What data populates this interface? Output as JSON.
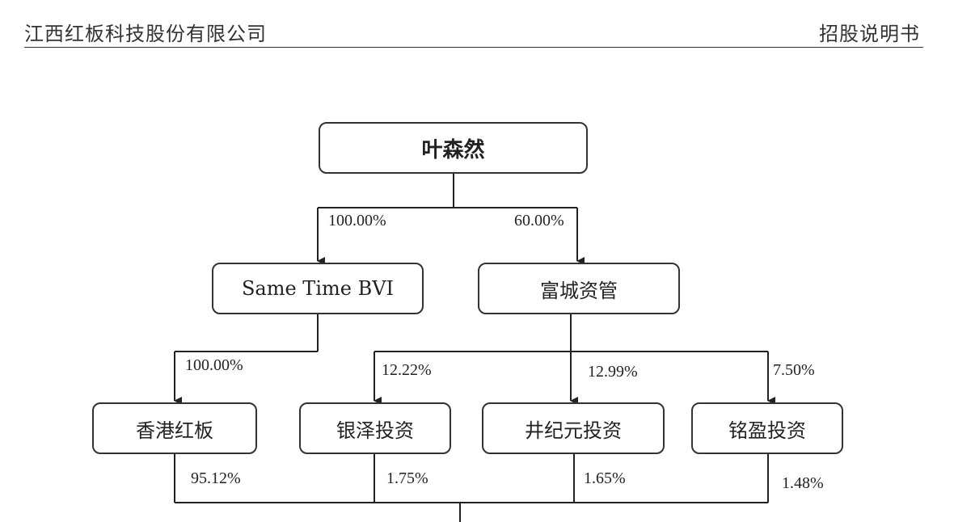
{
  "header": {
    "company": "江西红板科技股份有限公司",
    "doc_type": "招股说明书"
  },
  "nodes": {
    "ye_senran": "叶森然",
    "same_time_bvi": "Same Time BVI",
    "fucheng": "富城资管",
    "hk_hongban": "香港红板",
    "yinze": "银泽投资",
    "jingjiyuan": "井纪元投资",
    "mingying": "铭盈投资"
  },
  "edges": {
    "ye_to_sametime": "100.00%",
    "ye_to_fucheng": "60.00%",
    "sametime_to_hk": "100.00%",
    "fucheng_to_yinze": "12.22%",
    "fucheng_to_jingjiyuan": "12.99%",
    "fucheng_to_mingying": "7.50%",
    "hk_to_issuer": "95.12%",
    "yinze_to_issuer": "1.75%",
    "jingjiyuan_to_issuer": "1.65%",
    "mingying_to_issuer": "1.48%"
  }
}
